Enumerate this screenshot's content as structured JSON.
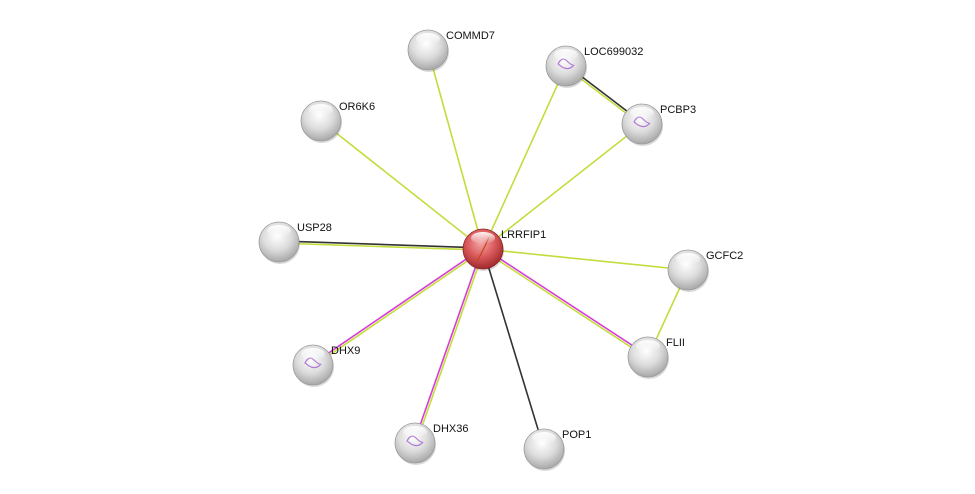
{
  "colors": {
    "textmining": "#c4dc3c",
    "coexpression": "#333333",
    "experimental": "#d63bd6",
    "query_node": "#d9585a",
    "node": "#d8d8d8"
  },
  "nodes": [
    {
      "id": "LRRFIP1",
      "label": "LRRFIP1",
      "query": true
    },
    {
      "id": "COMMD7",
      "label": "COMMD7"
    },
    {
      "id": "LOC699032",
      "label": "LOC699032",
      "structure": true
    },
    {
      "id": "PCBP3",
      "label": "PCBP3",
      "structure": true
    },
    {
      "id": "OR6K6",
      "label": "OR6K6"
    },
    {
      "id": "USP28",
      "label": "USP28"
    },
    {
      "id": "GCFC2",
      "label": "GCFC2"
    },
    {
      "id": "FLII",
      "label": "FLII"
    },
    {
      "id": "DHX9",
      "label": "DHX9",
      "structure": true
    },
    {
      "id": "DHX36",
      "label": "DHX36",
      "structure": true
    },
    {
      "id": "POP1",
      "label": "POP1"
    }
  ],
  "edges": [
    {
      "a": "LRRFIP1",
      "b": "COMMD7",
      "types": [
        "textmining"
      ]
    },
    {
      "a": "LRRFIP1",
      "b": "LOC699032",
      "types": [
        "textmining"
      ]
    },
    {
      "a": "LRRFIP1",
      "b": "PCBP3",
      "types": [
        "textmining"
      ]
    },
    {
      "a": "LRRFIP1",
      "b": "OR6K6",
      "types": [
        "textmining"
      ]
    },
    {
      "a": "LRRFIP1",
      "b": "USP28",
      "types": [
        "textmining",
        "coexpression"
      ]
    },
    {
      "a": "LRRFIP1",
      "b": "GCFC2",
      "types": [
        "textmining"
      ]
    },
    {
      "a": "LRRFIP1",
      "b": "FLII",
      "types": [
        "experimental",
        "textmining"
      ]
    },
    {
      "a": "LRRFIP1",
      "b": "DHX9",
      "types": [
        "textmining",
        "experimental"
      ]
    },
    {
      "a": "LRRFIP1",
      "b": "DHX36",
      "types": [
        "textmining",
        "experimental"
      ]
    },
    {
      "a": "LRRFIP1",
      "b": "POP1",
      "types": [
        "coexpression"
      ]
    },
    {
      "a": "LOC699032",
      "b": "PCBP3",
      "types": [
        "coexpression",
        "textmining"
      ]
    },
    {
      "a": "GCFC2",
      "b": "FLII",
      "types": [
        "textmining"
      ]
    }
  ]
}
